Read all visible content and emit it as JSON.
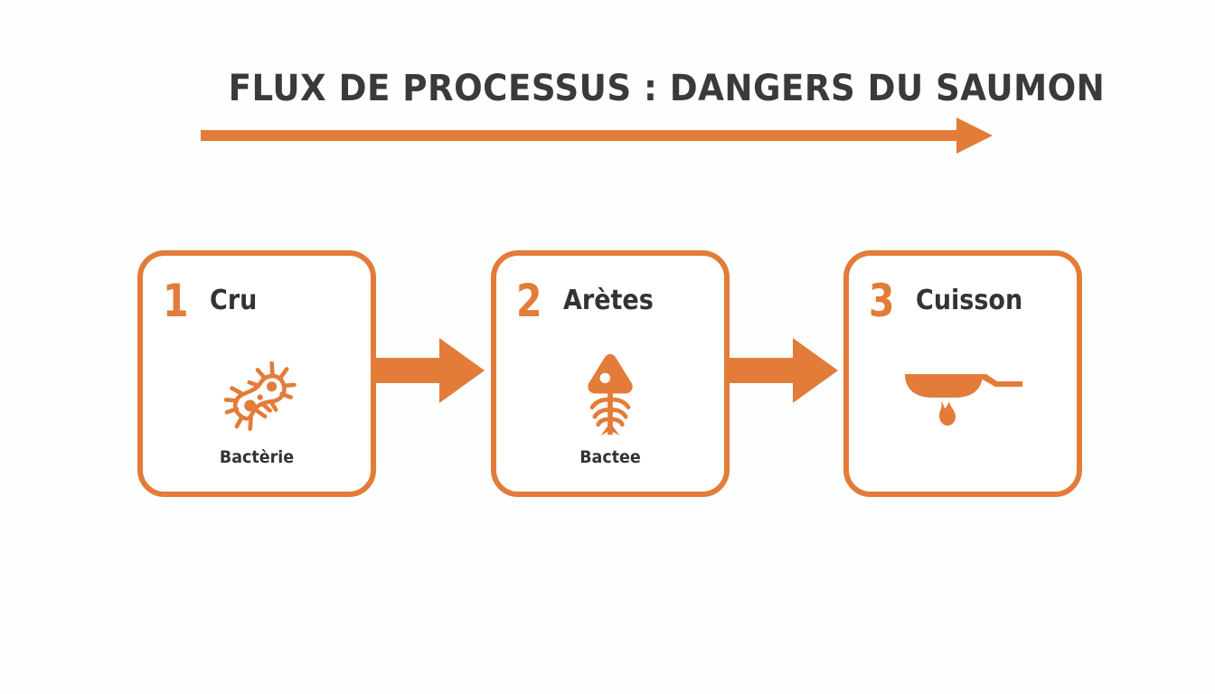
{
  "header": {
    "title": "FLUX DE PROCESSUS : DANGERS DU SAUMON",
    "arrow_icon": "right-arrow-icon"
  },
  "theme": {
    "accent": "#E27C38",
    "text_dark": "#333333",
    "title_color": "#3A3A3A",
    "background": "#FDFEFE",
    "card_fill": "#FFFFFF"
  },
  "flow": {
    "steps": [
      {
        "number": "1",
        "title": "Cru",
        "caption": "Bactèrie",
        "icon": "bacteria-icon"
      },
      {
        "number": "2",
        "title": "Arètes",
        "caption": "Bactee",
        "icon": "fish-bones-icon"
      },
      {
        "number": "3",
        "title": "Cuisson",
        "caption": "",
        "icon": "frying-pan-flame-icon"
      }
    ],
    "connectors": [
      {
        "icon": "block-arrow-right-icon"
      },
      {
        "icon": "block-arrow-right-icon"
      }
    ]
  },
  "chart_data": {
    "type": "diagram",
    "diagram_kind": "process-flow",
    "title": "FLUX DE PROCESSUS : DANGERS DU SAUMON",
    "nodes": [
      {
        "id": 1,
        "label": "Cru",
        "sublabel": "Bactèrie",
        "icon": "bacteria"
      },
      {
        "id": 2,
        "label": "Arètes",
        "sublabel": "Bactee",
        "icon": "fish-bones"
      },
      {
        "id": 3,
        "label": "Cuisson",
        "sublabel": "",
        "icon": "frying-pan-flame"
      }
    ],
    "edges": [
      {
        "from": 1,
        "to": 2,
        "style": "block-arrow"
      },
      {
        "from": 2,
        "to": 3,
        "style": "block-arrow"
      }
    ],
    "direction": "left-to-right"
  }
}
